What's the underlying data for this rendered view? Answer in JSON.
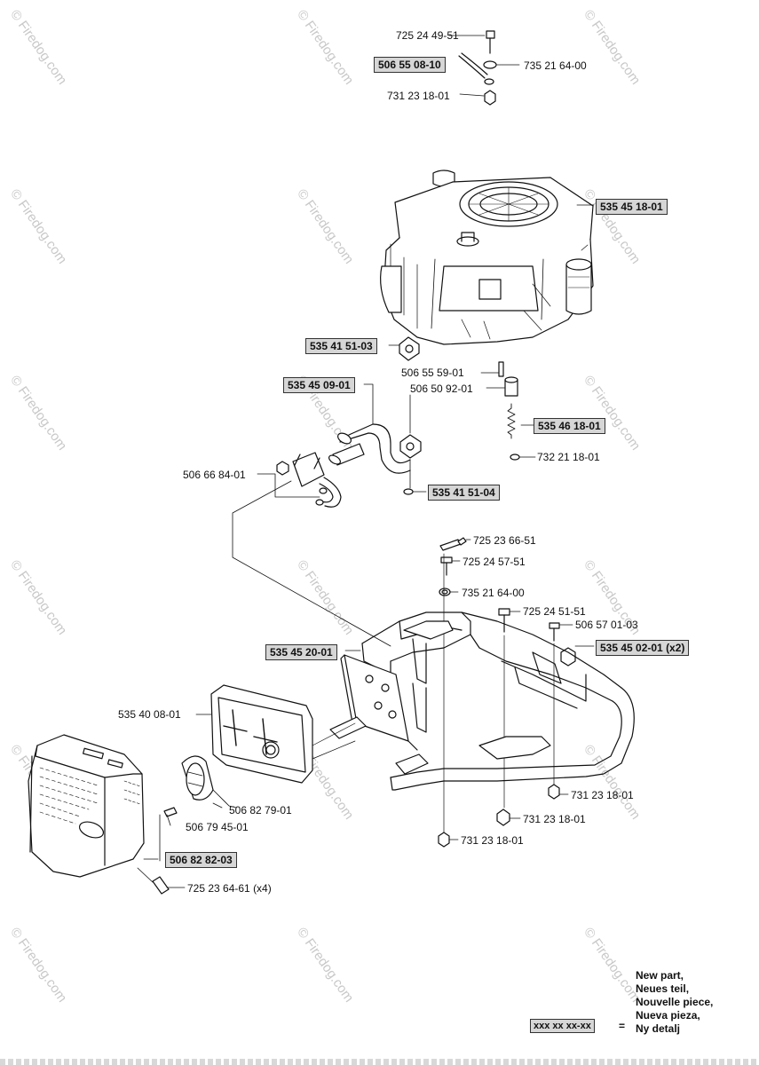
{
  "watermark": "© Firedog.com",
  "parts": {
    "p1": "725 24 49-51",
    "p2": "506 55 08-10",
    "p3": "735 21 64-00",
    "p4": "731 23 18-01",
    "p5": "535 45 18-01",
    "p6": "535 41 51-03",
    "p7": "506 55 59-01",
    "p8": "535 45 09-01",
    "p9": "506 50 92-01",
    "p10": "535 46 18-01",
    "p11": "732 21 18-01",
    "p12": "506 66 84-01",
    "p13": "535 41 51-04",
    "p14": "725 23 66-51",
    "p15": "725 24 57-51",
    "p16": "735 21 64-00",
    "p17": "725 24 51-51",
    "p18": "506 57 01-03",
    "p19": "535 45 20-01",
    "p20": "535 45 02-01 (x2)",
    "p21": "535 40 08-01",
    "p22": "506 82 79-01",
    "p23": "731 23 18-01",
    "p24": "731 23 18-01",
    "p25": "506 79 45-01",
    "p26": "731 23 18-01",
    "p27": "506 82 82-03",
    "p28": "725 23 64-61 (x4)"
  },
  "legend": {
    "lines": [
      "New part,",
      "Neues teil,",
      "Nouvelle piece,",
      "Nueva pieza,",
      "Ny detalj"
    ],
    "box": "xxx xx xx-xx",
    "equals": "="
  }
}
